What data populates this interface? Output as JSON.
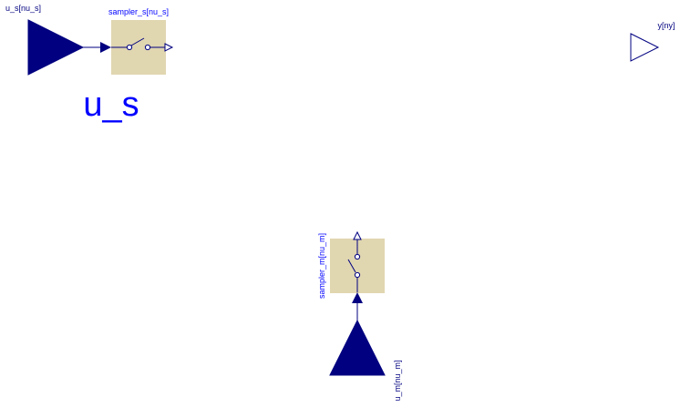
{
  "colors": {
    "connector_dark": "#000080",
    "connector_outline": "#000080",
    "sampler_fill": "#e0d6b0",
    "label_dark": "#000080",
    "label_blue": "#0000ff",
    "wire": "#000080"
  },
  "labels": {
    "u_s_port": "u_s[nu_s]",
    "sampler_s": "sampler_s[nu_s]",
    "u_s_big": "u_s",
    "y_port": "y[ny]",
    "sampler_m": "sampler_m[nu_m]",
    "u_m_port": "u_m[nu_m]"
  },
  "icons": {
    "u_s_connector": "filled-triangle-right-icon",
    "y_connector": "outline-triangle-right-icon",
    "u_m_connector": "filled-triangle-up-icon",
    "sampler_switch": "sampler-switch-icon"
  }
}
